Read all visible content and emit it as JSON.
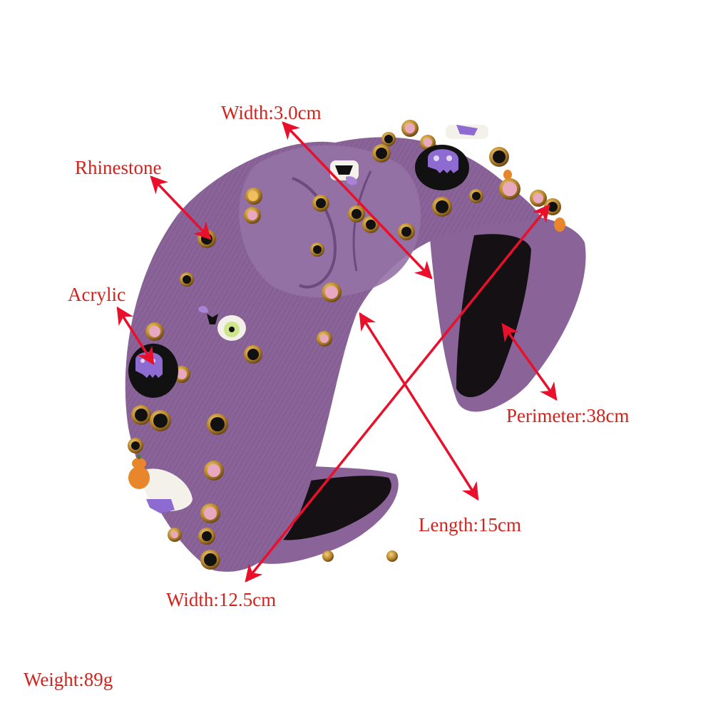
{
  "product": {
    "name": "Knotted headband with Halloween decorations",
    "fabric_color": "#8a6499",
    "fabric_shadow": "#6c4a7c",
    "fabric_highlight": "#a584b4",
    "lining_color": "#141014",
    "annotation_color": "#d4231c",
    "arrow_color": "#e8102a"
  },
  "labels": {
    "rhinestone": "Rhinestone",
    "acrylic": "Acrylic",
    "width_top": "Width:3.0cm",
    "perimeter": "Perimeter:38cm",
    "length": "Length:15cm",
    "width_bottom": "Width:12.5cm",
    "weight": "Weight:89g"
  },
  "decorations": {
    "rhinestone_colors": [
      "#111111",
      "#e8a8c0",
      "#c8952a"
    ],
    "acrylic_items": [
      "purple-skull",
      "eyeball",
      "ghost",
      "pumpkin"
    ]
  }
}
